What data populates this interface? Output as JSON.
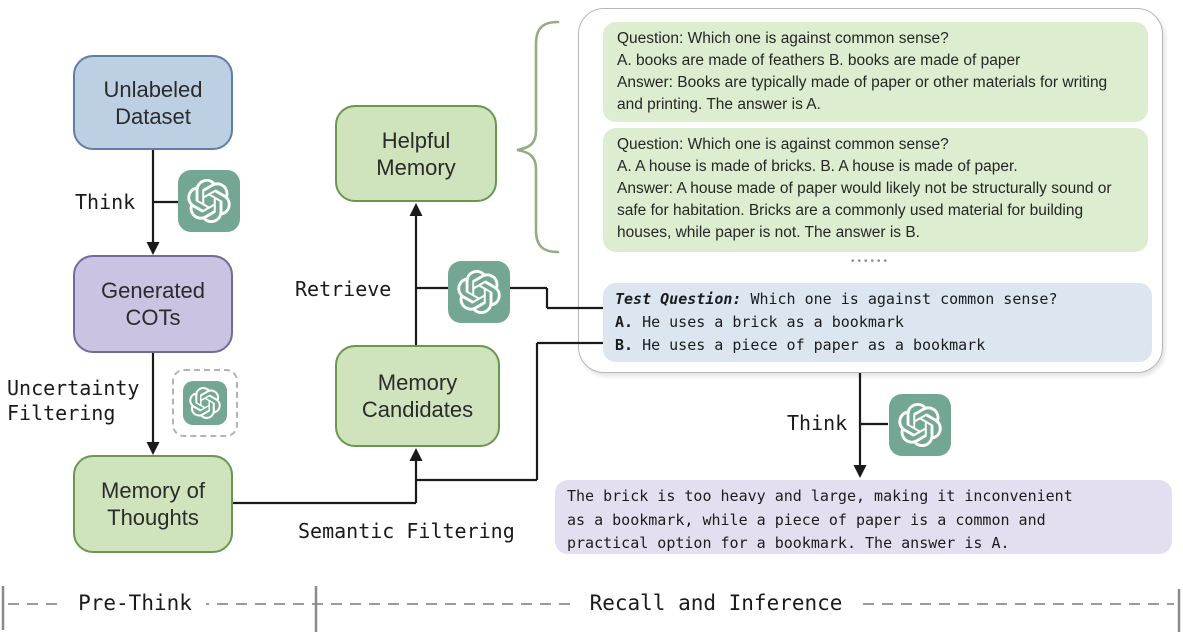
{
  "palette": {
    "node_blue_fill": "#bccfe3",
    "node_blue_border": "#5c7fa3",
    "node_purple_fill": "#cbc3e2",
    "node_purple_border": "#73699c",
    "node_green_fill": "#cfe3bc",
    "node_green_border": "#699750",
    "memory_example_bg": "#dcedd0",
    "test_question_bg": "#dbe6f0",
    "final_answer_bg": "#e3dff0",
    "llm_badge_bg": "#74a793",
    "wire_color": "#1a1a1a",
    "brace_color": "#93ad82",
    "panel_border": "#b7b7b7"
  },
  "icons": {
    "llm": "openai-logo-icon"
  },
  "nodes": {
    "unlabeled_dataset": "Unlabeled Dataset",
    "generated_cots": "Generated COTs",
    "memory_of_thoughts": "Memory of Thoughts",
    "helpful_memory": "Helpful Memory",
    "memory_candidates": "Memory Candidates"
  },
  "edge_labels": {
    "think_pre": "Think",
    "uncertainty_filtering": "Uncertainty\nFiltering",
    "retrieve": "Retrieve",
    "semantic_filtering": "Semantic Filtering",
    "think_inference": "Think"
  },
  "memory_examples": [
    {
      "question": "Question: Which one is against common sense?",
      "options": "A. books are made of feathers B. books are made of paper",
      "answer": "Answer: Books are typically made of paper or other materials for writing and printing. The answer is A."
    },
    {
      "question": "Question: Which one is against common sense?",
      "options": "A. A house is made of bricks. B. A house is made of paper.",
      "answer": "Answer: A house made of paper would likely not be structurally sound or safe for habitation. Bricks are a commonly used material for building houses, while paper is not. The answer is B."
    }
  ],
  "ellipsis": "••••••",
  "test_question": {
    "label": "Test Question:",
    "question": "Which one is against common sense?",
    "option_a_label": "A.",
    "option_a_text": "He uses a brick as a bookmark",
    "option_b_label": "B.",
    "option_b_text": "He uses a piece of paper as a bookmark"
  },
  "final_answer": "The brick is too heavy and large, making it inconvenient\nas a bookmark, while a piece of paper is a common and\npractical option for a bookmark. The answer is A.",
  "phases": {
    "pre_think": "Pre-Think",
    "recall_and_inference": "Recall and Inference"
  }
}
